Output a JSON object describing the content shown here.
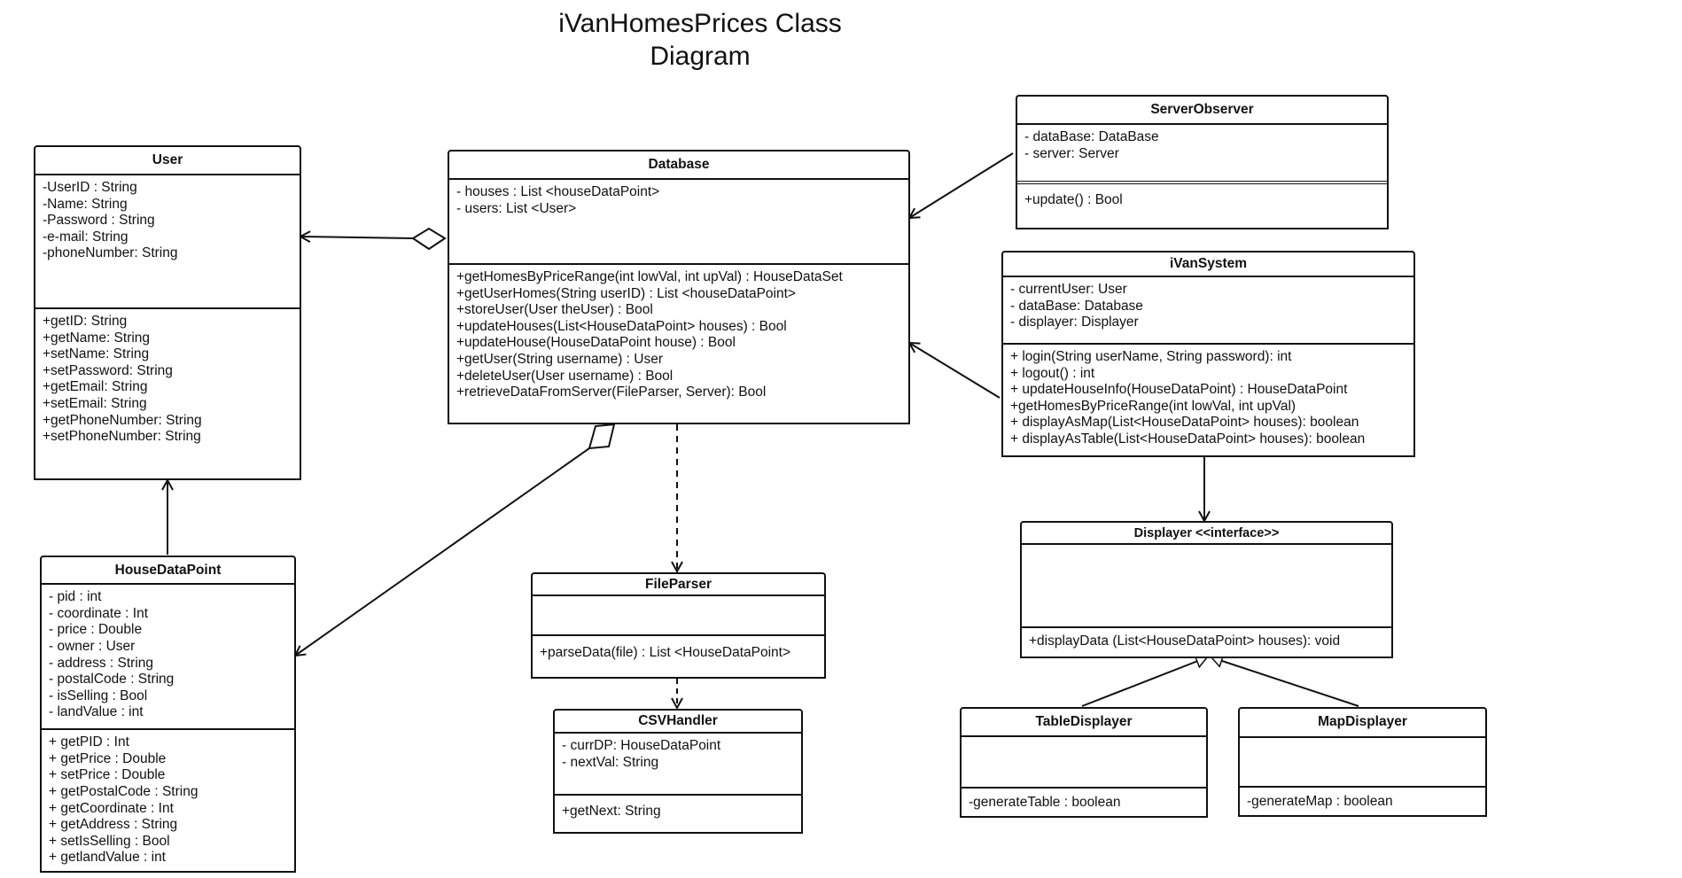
{
  "title": [
    "iVanHomesPrices Class",
    "Diagram"
  ],
  "classes": {
    "user": {
      "name": "User",
      "attributes": [
        "-UserID : String",
        "-Name: String",
        "-Password : String",
        "-e-mail: String",
        "-phoneNumber: String"
      ],
      "operations": [
        "+getID: String",
        "+getName: String",
        "+setName: String",
        "+setPassword: String",
        "+getEmail: String",
        "+setEmail: String",
        "+getPhoneNumber: String",
        "+setPhoneNumber: String"
      ]
    },
    "database": {
      "name": "Database",
      "attributes": [
        "- houses : List <houseDataPoint>",
        "- users: List <User>"
      ],
      "operations": [
        "+getHomesByPriceRange(int lowVal, int upVal) : HouseDataSet",
        "+getUserHomes(String userID) : List <houseDataPoint>",
        "+storeUser(User theUser) : Bool",
        "+updateHouses(List<HouseDataPoint> houses) : Bool",
        "+updateHouse(HouseDataPoint house) : Bool",
        "+getUser(String username) : User",
        "+deleteUser(User username) : Bool",
        "+retrieveDataFromServer(FileParser, Server): Bool"
      ]
    },
    "serverObserver": {
      "name": "ServerObserver",
      "attributes": [
        "- dataBase: DataBase",
        "- server: Server"
      ],
      "operations": [
        "+update() : Bool"
      ]
    },
    "ivanSystem": {
      "name": "iVanSystem",
      "attributes": [
        "- currentUser: User",
        "- dataBase: Database",
        "- displayer: Displayer"
      ],
      "operations": [
        "+ login(String userName, String password): int",
        "+ logout() : int",
        "+ updateHouseInfo(HouseDataPoint) : HouseDataPoint",
        "+getHomesByPriceRange(int lowVal, int upVal)",
        "+ displayAsMap(List<HouseDataPoint> houses): boolean",
        "+ displayAsTable(List<HouseDataPoint> houses): boolean"
      ]
    },
    "houseDataPoint": {
      "name": "HouseDataPoint",
      "attributes": [
        "- pid : int",
        "- coordinate : Int",
        "- price : Double",
        "- owner : User",
        "- address : String",
        "- postalCode : String",
        "- isSelling : Bool",
        "- landValue : int"
      ],
      "operations": [
        "+ getPID : Int",
        "+ getPrice : Double",
        "+ setPrice : Double",
        "+ getPostalCode : String",
        "+ getCoordinate : Int",
        "+ getAddress : String",
        "+ setIsSelling : Bool",
        "+ getlandValue : int"
      ]
    },
    "fileParser": {
      "name": "FileParser",
      "attributes": [],
      "operations": [
        "+parseData(file) : List <HouseDataPoint>"
      ]
    },
    "csvHandler": {
      "name": "CSVHandler",
      "attributes": [
        "- currDP: HouseDataPoint",
        "- nextVal: String"
      ],
      "operations": [
        "+getNext: String"
      ]
    },
    "displayer": {
      "name": "Displayer <<interface>>",
      "attributes": [],
      "operations": [
        "+displayData (List<HouseDataPoint> houses): void"
      ]
    },
    "tableDisplayer": {
      "name": "TableDisplayer",
      "attributes": [],
      "operations": [
        "-generateTable : boolean"
      ]
    },
    "mapDisplayer": {
      "name": "MapDisplayer",
      "attributes": [],
      "operations": [
        "-generateMap : boolean"
      ]
    }
  }
}
